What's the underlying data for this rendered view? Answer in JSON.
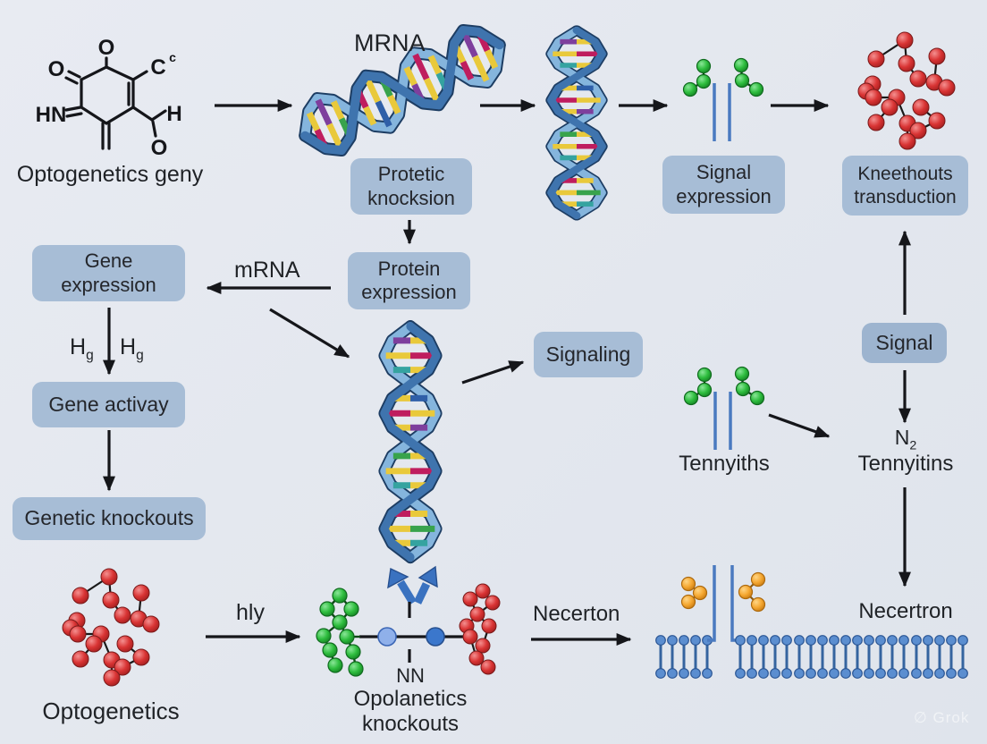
{
  "colors": {
    "background": "#e4e8ef",
    "box_bg": "#a7bdd6",
    "arrow_black": "#15161a",
    "helix_strand_dark": "#3f74ae",
    "helix_strand_light": "#85b5dd",
    "helix_outline": "#1d3d63",
    "rung_yellow": "#e9c93b",
    "rung_crimson": "#bf1d5e",
    "rung_green": "#38a34c",
    "rung_teal": "#35a3a0",
    "rung_purple": "#7e3f9d",
    "rung_blue": "#2f5fa8",
    "sphere_red": "#d32f2f",
    "sphere_green": "#22aa33",
    "sphere_orange": "#ef9820",
    "membrane_blue": "#5b8ed0",
    "channel_blue": "#4a7ac0",
    "split_arrow_blue": "#3a72c0"
  },
  "chem": {
    "o_top": "O",
    "o_left": "O",
    "hn": "HN",
    "c": "C",
    "c_sup": "c",
    "h": "H",
    "o_bottom": "O",
    "label": "Optogenetics geny"
  },
  "labels": {
    "mrna_top": "MRNA",
    "mrna_mid": "mRNA",
    "hg_base": "H",
    "hg_sub": "g",
    "n2_base": "N",
    "n2_sub": "2",
    "tennyiths": "Tennyiths",
    "tennyitins": "Tennyitins",
    "necertron": "Necertron",
    "necerton": "Necerton",
    "hly": "hly",
    "nn": "NN",
    "opolanetics_line1": "Opolanetics",
    "opolanetics_line2": "knockouts",
    "optogenetics_bottom": "Optogenetics",
    "watermark_glyph": "∅",
    "watermark": "Grok"
  },
  "boxes": {
    "protetic_knocksion": {
      "lines": [
        "Protetic",
        "knocksion"
      ]
    },
    "signal_expression": {
      "lines": [
        "Signal",
        "expression"
      ]
    },
    "kneethouts_transduction": {
      "lines": [
        "Kneethouts",
        "transduction"
      ]
    },
    "gene_expression": {
      "lines": [
        "Gene",
        "expression"
      ]
    },
    "protein_expression": {
      "lines": [
        "Protein",
        "expression"
      ]
    },
    "gene_activay": {
      "lines": [
        "Gene activay"
      ]
    },
    "genetic_knockouts": {
      "lines": [
        "Genetic knockouts"
      ]
    },
    "signaling": {
      "lines": [
        "Signaling"
      ]
    },
    "signal": {
      "lines": [
        "Signal"
      ]
    }
  }
}
